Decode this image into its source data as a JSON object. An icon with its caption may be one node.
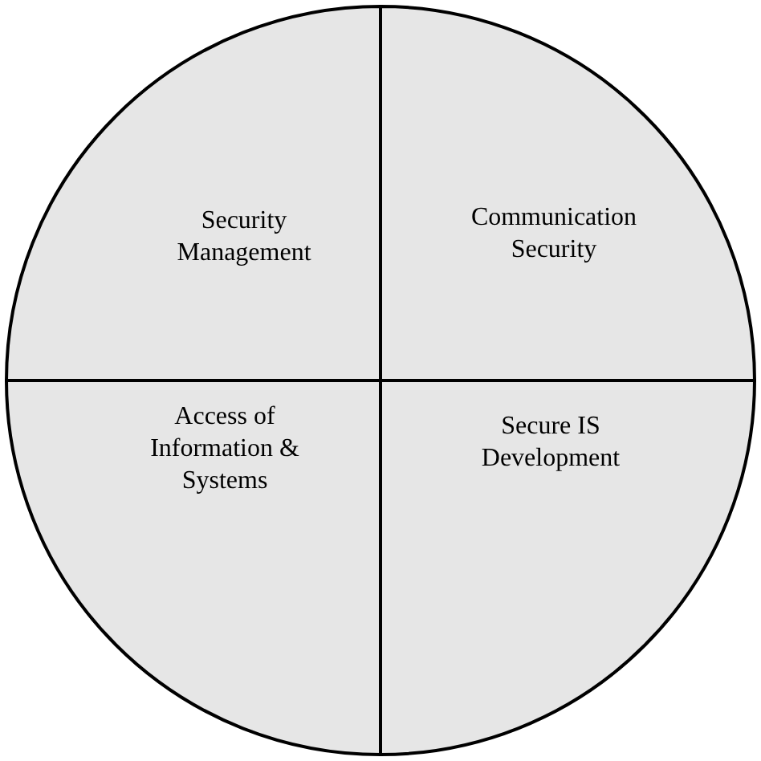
{
  "diagram": {
    "nodes": [
      {
        "text": [
          "Security Management"
        ]
      },
      {
        "text": [
          "Communication Security"
        ]
      },
      {
        "text": [
          "Access of Information & Systems"
        ]
      },
      {
        "text": [
          "Secure IS Development"
        ]
      }
    ]
  }
}
